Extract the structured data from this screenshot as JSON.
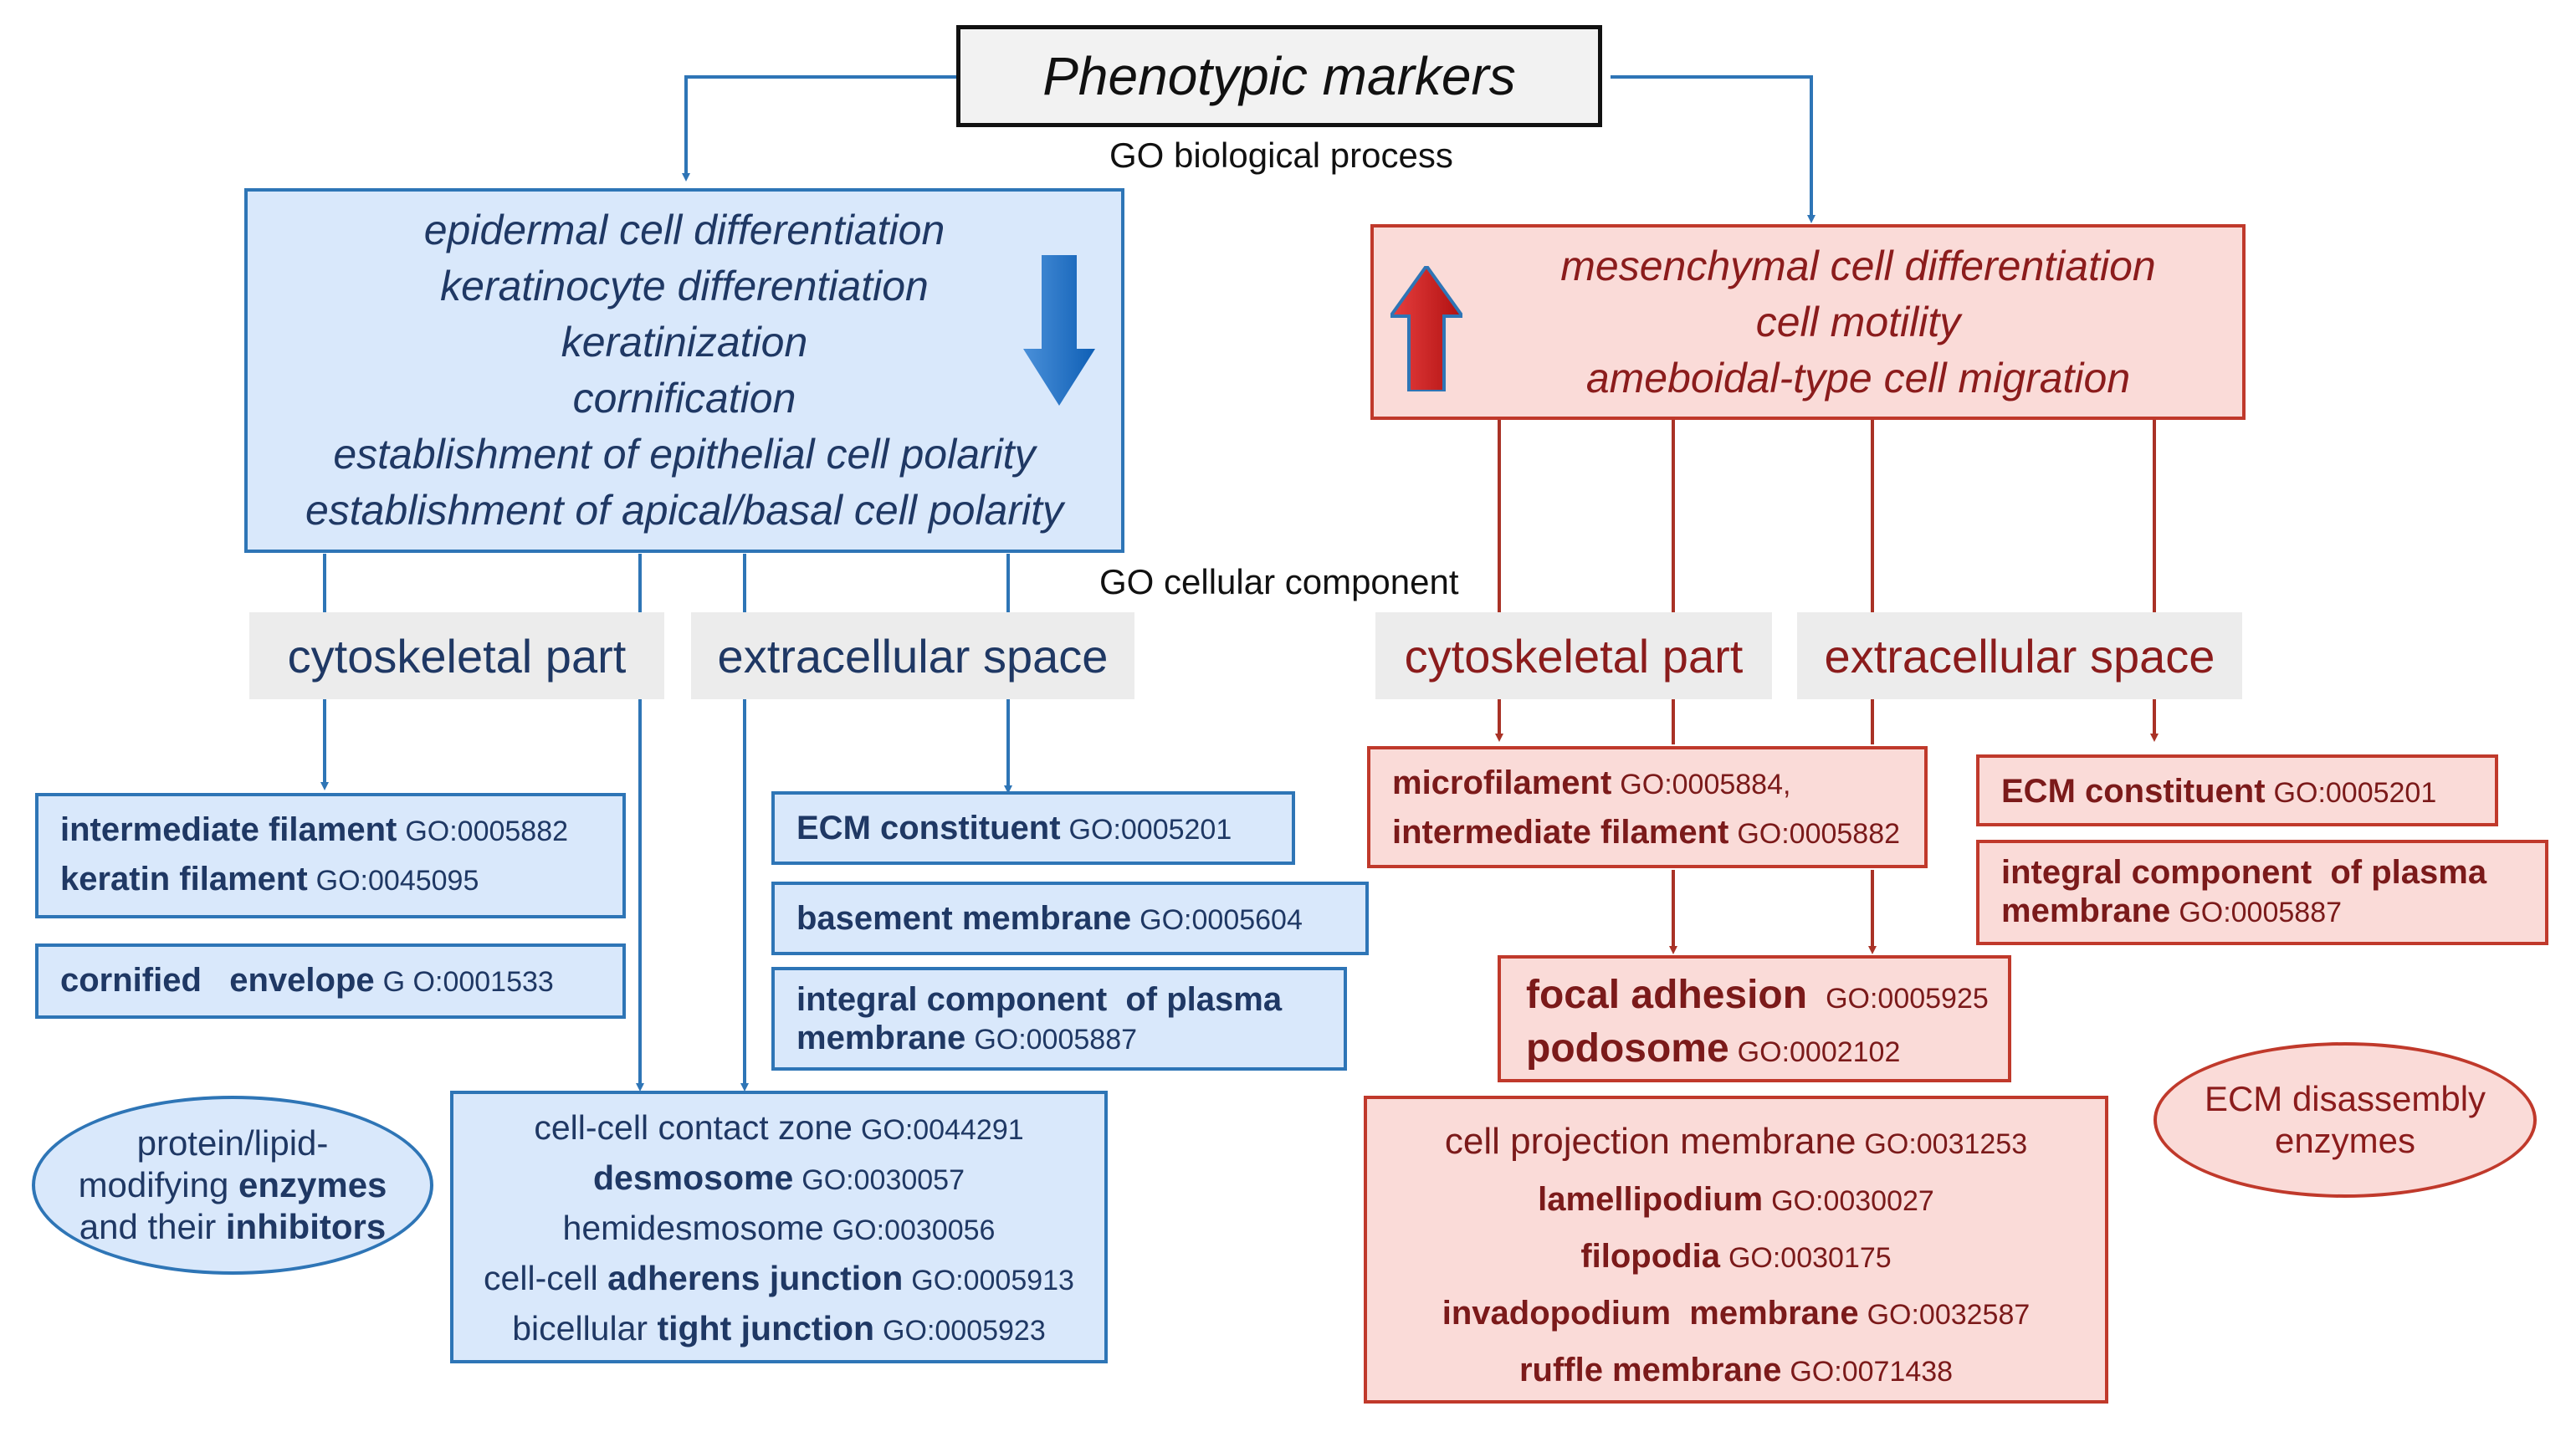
{
  "title": "Phenotypic markers",
  "labels": {
    "go_bp": "GO biological process",
    "go_cc": "GO cellular component"
  },
  "left": {
    "processes": [
      "epidermal cell differentiation",
      "keratinocyte differentiation",
      "keratinization",
      "cornification",
      "establishment of epithelial cell polarity",
      "establishment of apical/basal cell polarity"
    ],
    "arrow": "down-arrow-icon",
    "cyto_label": "cytoskeletal  part",
    "extra_label": "extracellular space",
    "filaments": [
      {
        "name": "intermediate filament",
        "go": "GO:0005882"
      },
      {
        "name": "keratin filament",
        "go": "GO:0045095"
      }
    ],
    "envelope": {
      "name": "cornified   envelope",
      "go": "G O:0001533"
    },
    "ecm": {
      "name": "ECM constituent",
      "go": "GO:0005201"
    },
    "basement": {
      "name": "basement membrane",
      "go": "GO:0005604"
    },
    "integral": {
      "name1": "integral component  of plasma",
      "name2": "membrane",
      "go": "GO:0005887"
    },
    "contact": [
      {
        "prefix": "",
        "name": "cell-cell contact zone",
        "go": "GO:0044291"
      },
      {
        "prefix": "",
        "name": "desmosome",
        "go": "GO:0030057"
      },
      {
        "prefix": "",
        "name": "hemidesmosome",
        "go": "GO:0030056"
      },
      {
        "prefix": "cell-cell ",
        "name": "adherens junction",
        "go": "GO:0005913"
      },
      {
        "prefix": "bicellular ",
        "name": "tight junction",
        "go": "GO:0005923"
      }
    ],
    "enzymes": {
      "line1": "protein/lipid-",
      "line2a": "modifying ",
      "line2b": "enzymes",
      "line3a": "and their ",
      "line3b": "inhibitors"
    }
  },
  "right": {
    "processes": [
      "mesenchymal cell differentiation",
      "cell motility",
      "ameboidal-type cell migration"
    ],
    "arrow": "up-arrow-icon",
    "cyto_label": "cytoskeletal part",
    "extra_label": "extracellular space",
    "microfilament": {
      "name": "microfilament",
      "go": "GO:0005884,"
    },
    "intermediate": {
      "name": "intermediate filament",
      "go": "GO:0005882"
    },
    "ecm": {
      "name": "ECM constituent",
      "go": "GO:0005201"
    },
    "integral": {
      "name1": "integral component  of plasma",
      "name2": "membrane",
      "go": "GO:0005887"
    },
    "focal": {
      "name": "focal adhesion",
      "go": "GO:0005925"
    },
    "podosome": {
      "name": "podosome",
      "go": "GO:0002102"
    },
    "projection": [
      {
        "name": "cell projection membrane",
        "go": "GO:0031253"
      },
      {
        "name": "lamellipodium",
        "go": "GO:0030027"
      },
      {
        "name": "filopodia",
        "go": "GO:0030175"
      },
      {
        "name": "invadopodium  membrane",
        "go": "GO:0032587"
      },
      {
        "name": "ruffle membrane",
        "go": "GO:0071438"
      }
    ],
    "enzymes": {
      "line1": "ECM disassembly",
      "line2": "enzymes"
    }
  },
  "colors": {
    "blue_line": "#2e75b6",
    "red_line": "#a93226",
    "blue_fill": "#d9e8fb",
    "red_fill": "#fadbd8"
  }
}
